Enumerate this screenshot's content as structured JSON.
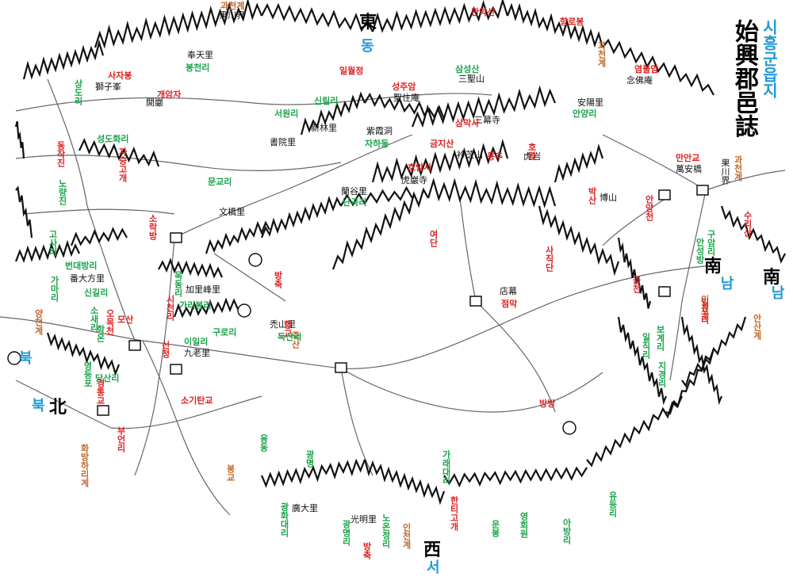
{
  "title": {
    "hanja": "始興郡邑誌",
    "korean": "시흥군읍지"
  },
  "directions": {
    "east": {
      "hanja": "東",
      "korean": "동"
    },
    "west": {
      "hanja": "西",
      "korean": "서"
    },
    "south": {
      "hanja": "南",
      "korean": "남"
    },
    "south2": {
      "hanja": "南",
      "korean": "남"
    },
    "north": {
      "hanja": "北",
      "korean": "북"
    },
    "north2": {
      "korean": "북"
    }
  },
  "labels": {
    "gwacheon_gye_top": "과천계",
    "gwaksan": "관악산",
    "hyangnobong": "향로봉",
    "gwacheon_gye_ne": "과천계",
    "yeombulam": "염불암",
    "bongcheonri": "봉천리",
    "sajabong": "사자봉",
    "gaeamja": "개암자",
    "sangdori": "상도리",
    "seongdohwari": "성도화리",
    "jaseunggogae": "자승고개",
    "dongjakjin": "동작진",
    "noryangjin": "노량진",
    "ilwonjeong": "일월정",
    "seongjuam": "성주암",
    "sinwonri": "신림리",
    "seowonri": "서원리",
    "samseongsan": "삼성산",
    "anyangri": "안양리",
    "samaksa": "삼막사",
    "jahadong": "자하동",
    "geumjisan": "금지산",
    "yongchu": "용추",
    "hoam": "호암",
    "hoamsa": "호암사",
    "manangyo": "만안교",
    "gwacheon_gye_e": "과천계",
    "mungyori": "문교리",
    "nangokri": "난곡리",
    "baksan": "박산",
    "anyangcheon": "안양천",
    "suri_san": "수리산",
    "sorakbang": "소락방",
    "yeodan": "여단",
    "sajikdan": "사직단",
    "gosari": "고사리",
    "beondaebangri": "번대방리",
    "bangchuk": "방축",
    "hyanggyo": "향교",
    "bangchuk2": "방축",
    "juksan": "죽산",
    "geumcheon": "금천",
    "bangbang": "방방",
    "gamanri": "가마리",
    "jeommak": "점막",
    "omokcheon": "오목천",
    "sinjeong": "신정",
    "singilri": "신길리",
    "garibongri": "가리봉리",
    "mokdongri": "목동리",
    "guryangri": "구로리",
    "irimri": "이일리",
    "doksanri": "독산리",
    "yeongdeungpo": "영등포",
    "dangsanri": "당산리",
    "hwangbang_gye": "화방하리계",
    "yangchun_gye": "양천계",
    "sogitangyo": "소기탄교",
    "gyeongtongyo": "경통교",
    "bonggyo": "봉교",
    "ansan_gye": "안산계",
    "ilri_jigyeong": "일직리",
    "jigyeongri": "지경리",
    "anggye": "인천계",
    "bogyeri": "보계리",
    "guamri": "구암리",
    "gwanghwadaeri": "광화대리",
    "gwangmyeongri": "광명리",
    "noonjeongri": "노온정리",
    "bangchuk3": "방축",
    "incheon_gye": "인천계",
    "garaedaeri": "가래대리",
    "hantigogae": "한티고개",
    "unbong": "운봉",
    "yeonghoewon": "영회원",
    "abangri": "아방리",
    "yudeungri": "유등리",
    "sicheonri": "시천리",
    "sosaeri": "소새리",
    "mosan": "모산",
    "hakon": "학온",
    "bueonri": "부언리",
    "gwangyeong": "광명",
    "irpori": "일포리",
    "anseongbang": "안성방",
    "yongdong": "용동"
  },
  "hanja": {
    "bongcheonri": "奉天里",
    "gwacheon": "果川界",
    "sajabong": "獅子峯",
    "gaeam": "開巖",
    "yeombulam": "念佛庵",
    "anyangri": "安陽里",
    "samseongsan": "三聖山",
    "samaksa": "三幕寺",
    "seongjuam": "聖住庵",
    "sinrimri": "新林里",
    "seowonri": "書院里",
    "jahadong": "紫霞洞",
    "geumjisan": "衿芝山",
    "hoamsa": "虎巖寺",
    "hoam": "虎岩",
    "mungyori": "文橋里",
    "nangokri": "蘭谷里",
    "baksan": "博山",
    "jeommak": "店幕",
    "doksanri": "禿山里",
    "gwanghwadaeri": "廣大里",
    "gwangmyeongri": "光明里",
    "beondaebangri": "番大方里",
    "garibongri": "加里峰里",
    "guryangri": "九老里",
    "manangyo": "萬安橋",
    "gwacheon_e": "果川界"
  },
  "colors": {
    "red": "#e02020",
    "green": "#1aa34a",
    "orange": "#c0682a",
    "blue": "#1f9ad6",
    "ink": "#111111"
  }
}
